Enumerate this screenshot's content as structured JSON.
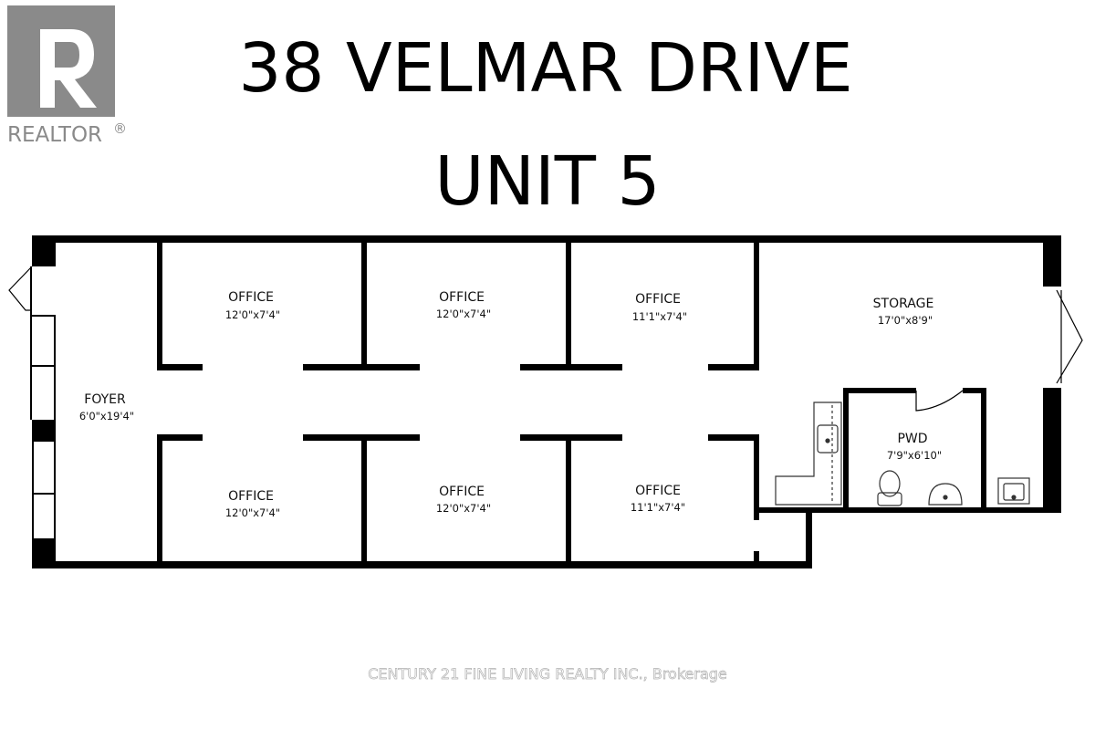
{
  "logo": {
    "wordmark": "REALTOR",
    "registered": "®",
    "brand_color": "#8a8a8a"
  },
  "title": {
    "line1": "38 VELMAR DRIVE",
    "line2": "UNIT 5"
  },
  "rooms": [
    {
      "name": "FOYER",
      "dims": "6'0\"x19'4\""
    },
    {
      "name": "OFFICE",
      "dims": "12'0\"x7'4\""
    },
    {
      "name": "OFFICE",
      "dims": "12'0\"x7'4\""
    },
    {
      "name": "OFFICE",
      "dims": "11'1\"x7'4\""
    },
    {
      "name": "STORAGE",
      "dims": "17'0\"x8'9\""
    },
    {
      "name": "PWD",
      "dims": "7'9\"x6'10\""
    },
    {
      "name": "OFFICE",
      "dims": "12'0\"x7'4\""
    },
    {
      "name": "OFFICE",
      "dims": "12'0\"x7'4\""
    },
    {
      "name": "OFFICE",
      "dims": "11'1\"x7'4\""
    }
  ],
  "watermark": "CENTURY 21 FINE LIVING REALTY INC., Brokerage",
  "colors": {
    "wall": "#000000",
    "fixture": "#333333",
    "background": "#ffffff"
  }
}
